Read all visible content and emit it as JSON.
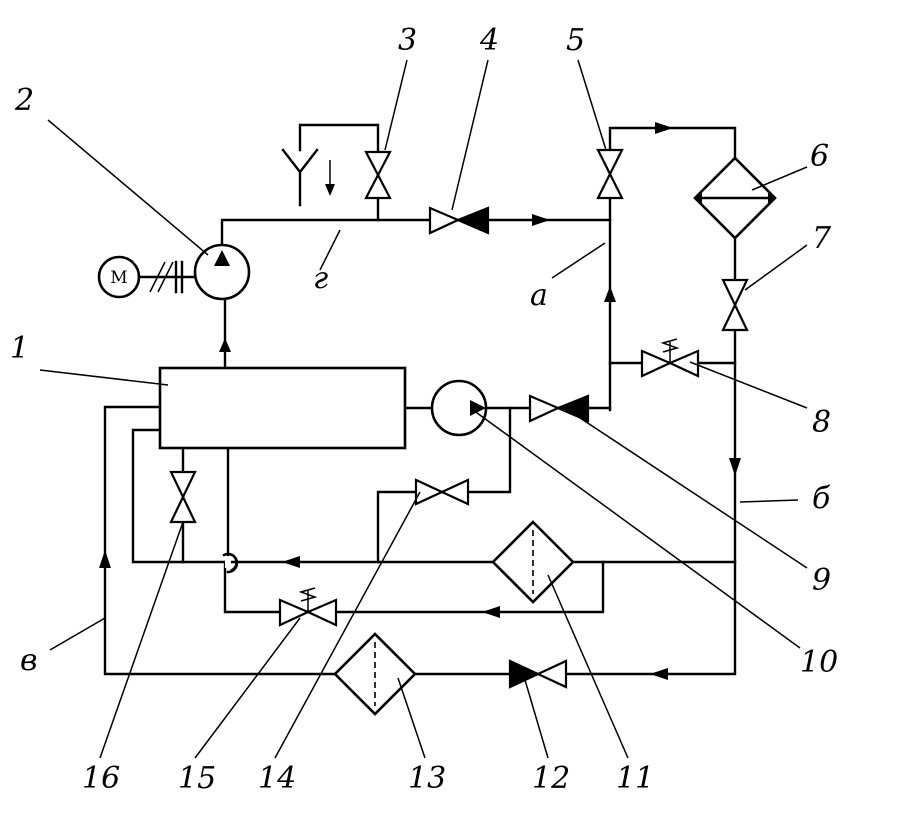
{
  "callouts": {
    "n1": "1",
    "n2": "2",
    "n3": "3",
    "n4": "4",
    "n5": "5",
    "n6": "6",
    "n7": "7",
    "n8": "8",
    "n9": "9",
    "n10": "10",
    "n11": "11",
    "n12": "12",
    "n13": "13",
    "n14": "14",
    "n15": "15",
    "n16": "16"
  },
  "lines": {
    "a": "а",
    "b": "б",
    "v": "в",
    "g": "г"
  },
  "motor": {
    "label": "М"
  }
}
